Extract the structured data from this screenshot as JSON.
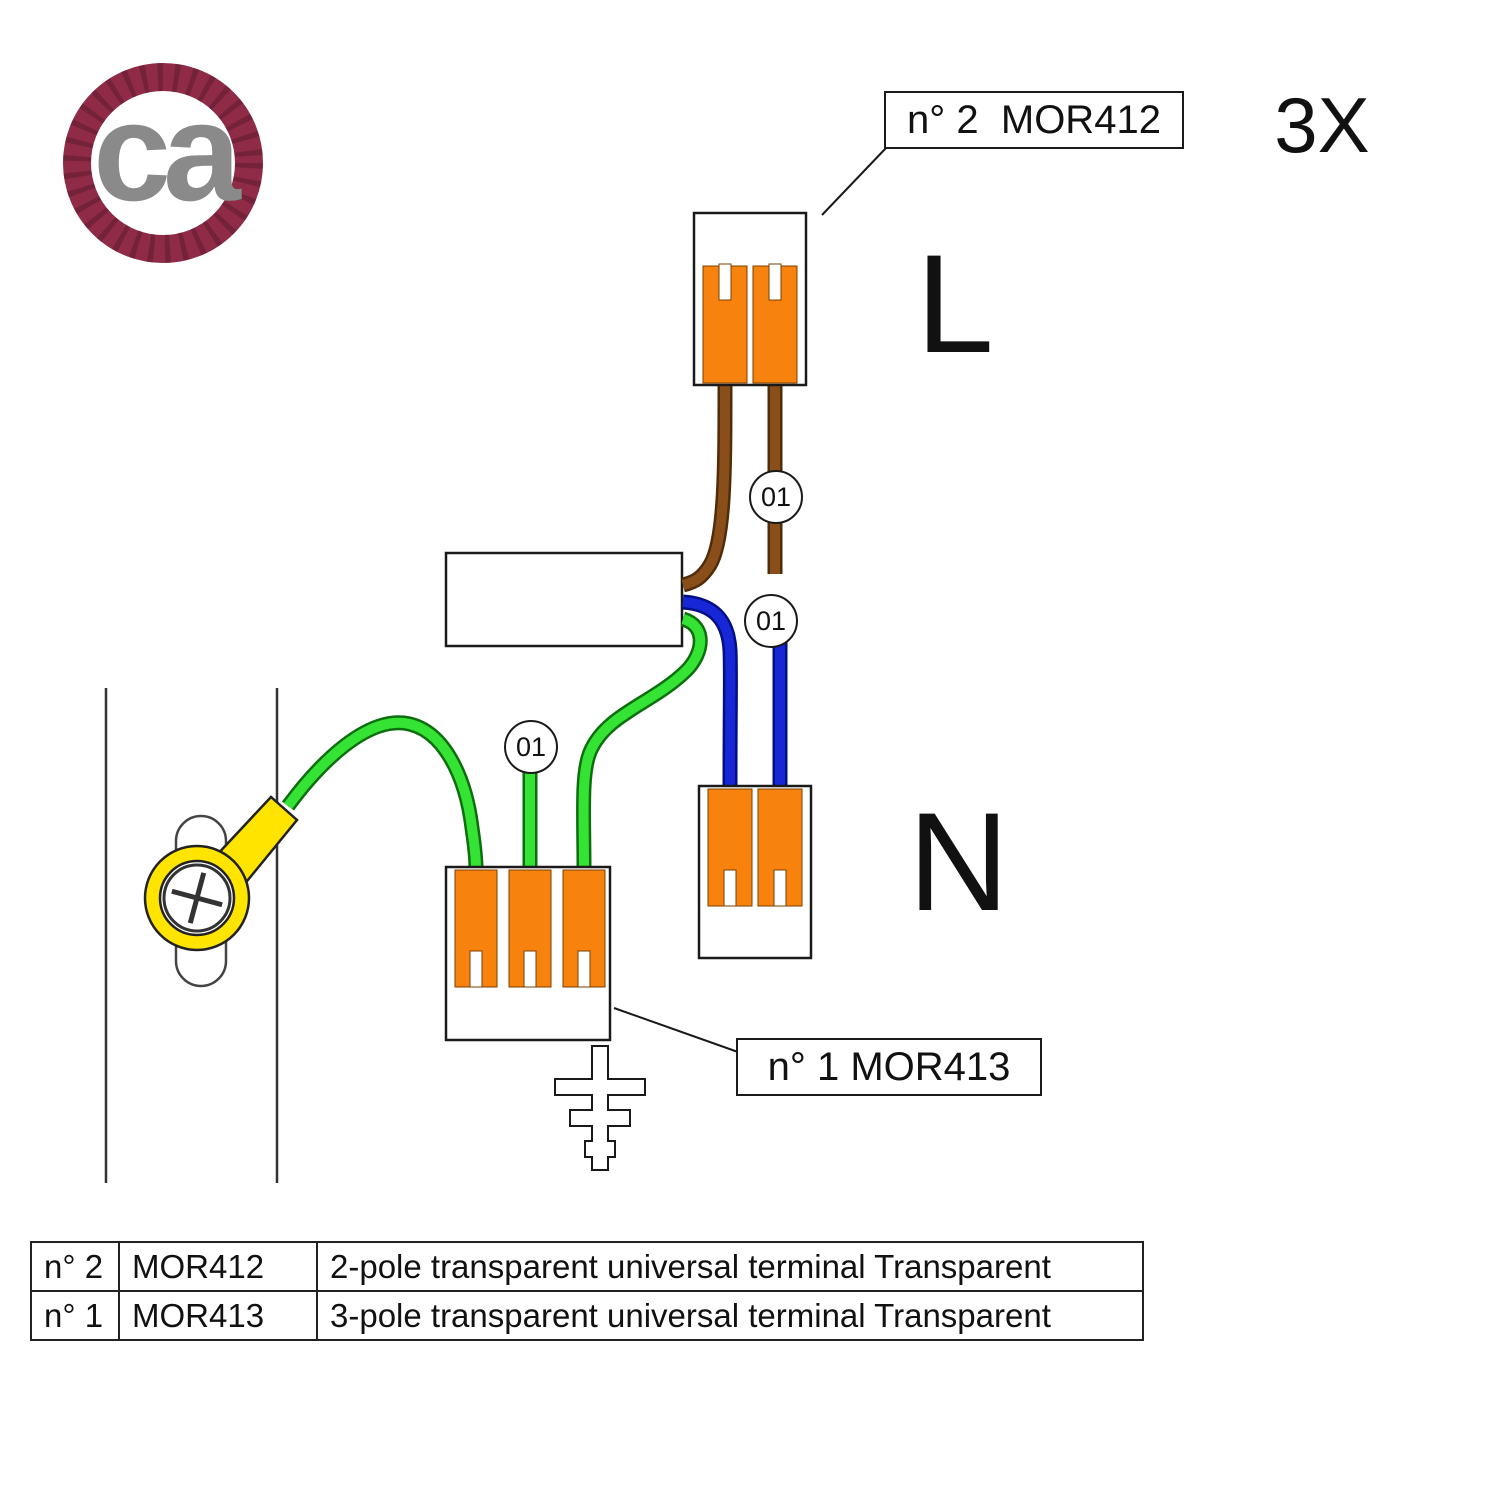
{
  "logo": {
    "text": "ca"
  },
  "quantity_note": "3X",
  "callouts": {
    "two_pole": "n° 2  MOR412",
    "three_pole": "n° 1 MOR413"
  },
  "diagram": {
    "phase_label": "L",
    "neutral_label": "N",
    "cable_mark": "01"
  },
  "table": {
    "rows": [
      {
        "qty": "n° 2",
        "code": "MOR412",
        "description": "2-pole transparent universal terminal Transparent"
      },
      {
        "qty": "n° 1",
        "code": "MOR413",
        "description": "3-pole transparent universal terminal Transparent"
      }
    ]
  },
  "colors": {
    "terminal_orange": "#f8820e",
    "wire_brown_core": "#8a4e1a",
    "wire_brown_edge": "#4f2c0a",
    "wire_blue_core": "#1727d6",
    "wire_blue_edge": "#000f86",
    "wire_green_core": "#35e335",
    "wire_green_edge": "#0d6e0d",
    "ring_yellow": "#ffe400",
    "logo_ring": "#8f2b47",
    "logo_text": "#8a8a8a"
  }
}
